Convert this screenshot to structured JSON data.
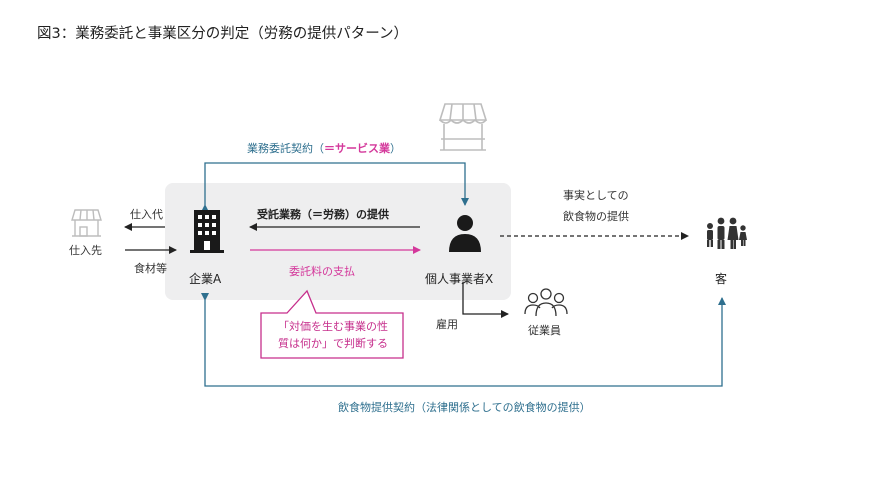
{
  "title": "図3：業務委託と事業区分の判定（労務の提供パターン）",
  "contracts": {
    "service_prefix": "業務委託契約（",
    "service_highlight": "＝サービス業",
    "service_suffix": "）",
    "food": "飲食物提供契約（法律関係としての飲食物の提供）"
  },
  "flows": {
    "labor_service": "受託業務（＝労務）の提供",
    "fee_payment": "委託料の支払",
    "purchase_payment": "仕入代",
    "ingredients": "食材等",
    "employment": "雇用",
    "food_fact_line1": "事実としての",
    "food_fact_line2": "飲食物の提供"
  },
  "nodes": {
    "supplier": "仕入先",
    "company_a": "企業A",
    "individual_x": "個人事業者X",
    "employees": "従業員",
    "customers": "客"
  },
  "callout": {
    "line1": "「対価を生む事業の性",
    "line2": "質は何か」で判断する"
  },
  "colors": {
    "teal": "#2e6f8e",
    "magenta": "#d4389b",
    "panel": "#eeeeef",
    "icon_dark": "#1a1a1a",
    "icon_gray": "#bdbdbd"
  },
  "icons": {
    "supplier": "shop-icon",
    "company_a": "office-building-icon",
    "individual_x": "person-icon",
    "employees": "people-group-icon",
    "customers": "family-icon",
    "stall": "market-stall-icon"
  }
}
